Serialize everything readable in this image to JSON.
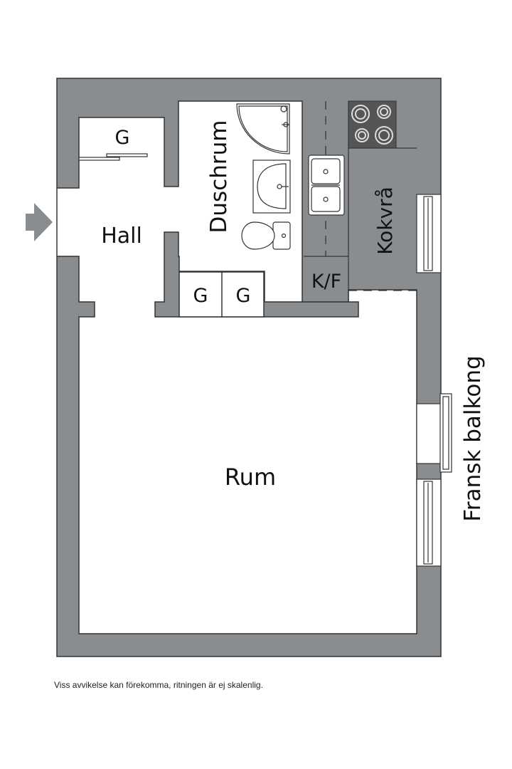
{
  "rooms": {
    "hall": "Hall",
    "shower_room": "Duschrum",
    "kitchen_nook": "Kokvrå",
    "main_room": "Rum",
    "fridge_freezer": "K/F",
    "closet_label": "G",
    "french_balcony": "Fransk balkong"
  },
  "disclaimer": "Viss avvikelse kan förekomma, ritningen är ej skalenlig.",
  "colors": {
    "wall": "#8a8d8f",
    "wall_outline": "#333333",
    "stove": "#555555",
    "entry_arrow": "#8a8d8f"
  },
  "icons": {
    "entry": "entry-arrow-icon",
    "stove": "stove-icon",
    "sink": "kitchen-sink-icon",
    "toilet": "toilet-icon",
    "washbasin": "washbasin-icon",
    "shower": "shower-icon"
  }
}
